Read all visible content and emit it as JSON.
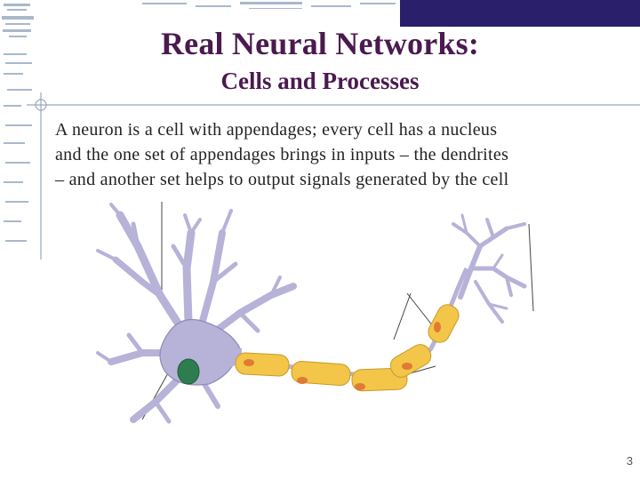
{
  "slide": {
    "title": "Real Neural Networks:",
    "subtitle": "Cells and Processes",
    "body_lines": [
      "A neuron is a cell with appendages; every cell has a nucleus",
      "and the one set of appendages brings in inputs – the dendrites",
      "– and another set helps to output signals generated by the cell"
    ],
    "page_number": "3"
  },
  "colors": {
    "title": "#4a1a4f",
    "header_box": "#2a1f6b",
    "cell_body": "#b7b2d8",
    "cell_outline": "#6b6790",
    "nucleus": "#2e7d4f",
    "myelin": "#f3c548",
    "myelin_node": "#e07a35"
  },
  "icons": {
    "neuron_diagram": "neuron-diagram",
    "slide_logo": "decorative-logo"
  }
}
